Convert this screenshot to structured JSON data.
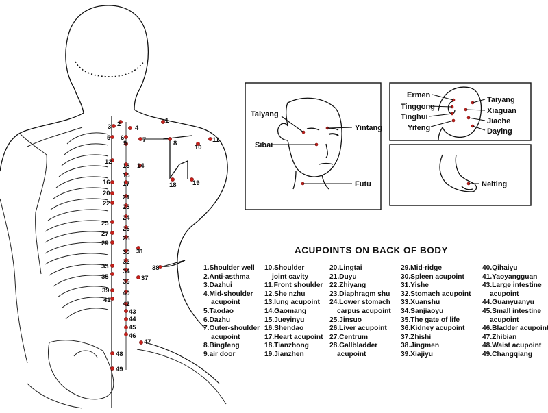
{
  "title": "ACUPOINTS ON BACK OF BODY",
  "back_points": [
    {
      "n": "1"
    },
    {
      "n": "2"
    },
    {
      "n": "3"
    },
    {
      "n": "4"
    },
    {
      "n": "5"
    },
    {
      "n": "6"
    },
    {
      "n": "7"
    },
    {
      "n": "8"
    },
    {
      "n": "9"
    },
    {
      "n": "10"
    },
    {
      "n": "11"
    },
    {
      "n": "12"
    },
    {
      "n": "13"
    },
    {
      "n": "14"
    },
    {
      "n": "15"
    },
    {
      "n": "16"
    },
    {
      "n": "17"
    },
    {
      "n": "18"
    },
    {
      "n": "19"
    },
    {
      "n": "20"
    },
    {
      "n": "21"
    },
    {
      "n": "22"
    },
    {
      "n": "23"
    },
    {
      "n": "24"
    },
    {
      "n": "25"
    },
    {
      "n": "26"
    },
    {
      "n": "27"
    },
    {
      "n": "28"
    },
    {
      "n": "29"
    },
    {
      "n": "30"
    },
    {
      "n": "31"
    },
    {
      "n": "32"
    },
    {
      "n": "33"
    },
    {
      "n": "34"
    },
    {
      "n": "35"
    },
    {
      "n": "36"
    },
    {
      "n": "37"
    },
    {
      "n": "38"
    },
    {
      "n": "39"
    },
    {
      "n": "40"
    },
    {
      "n": "41"
    },
    {
      "n": "42"
    },
    {
      "n": "43"
    },
    {
      "n": "44"
    },
    {
      "n": "45"
    },
    {
      "n": "46"
    },
    {
      "n": "47"
    },
    {
      "n": "48"
    },
    {
      "n": "49"
    }
  ],
  "face_labels": {
    "taiyang": "Taiyang",
    "sibai": "Sibai",
    "yintang": "Yintang",
    "futu": "Futu"
  },
  "ear_labels": {
    "ermen": "Ermen",
    "tinggong": "Tinggong",
    "tinghui": "Tinghui",
    "yifeng": "Yifeng",
    "taiyang": "Taiyang",
    "xiaguan": "Xiaguan",
    "jiache": "Jiache",
    "daying": "Daying"
  },
  "foot_labels": {
    "neiting": "Neiting"
  },
  "legend": [
    [
      [
        "1.Shoulder well"
      ],
      [
        "2.Anti-asthma"
      ],
      [
        "3.Dazhui"
      ],
      [
        "4.Mid-shoulder",
        "acupoint"
      ],
      [
        "5.Taodao"
      ],
      [
        "6.Dazhu"
      ],
      [
        "7.Outer-shoulder",
        "acupoint"
      ],
      [
        "8.Bingfeng"
      ],
      [
        "9.air door"
      ]
    ],
    [
      [
        "10.Shoulder",
        "joint cavity"
      ],
      [
        "11.Front shoulder"
      ],
      [
        "12.She nzhu"
      ],
      [
        "13.lung acupoint"
      ],
      [
        "14.Gaomang"
      ],
      [
        "15.Jueyinyu"
      ],
      [
        "16.Shendao"
      ],
      [
        "17.Heart acupoint"
      ],
      [
        "18.Tianzhong"
      ],
      [
        "19.Jianzhen"
      ]
    ],
    [
      [
        "20.Lingtai"
      ],
      [
        "21.Duyu"
      ],
      [
        "22.Zhiyang"
      ],
      [
        "23.Diaphragm shu"
      ],
      [
        "24.Lower stomach",
        "carpus acupoint"
      ],
      [
        "25.Jinsuo"
      ],
      [
        "26.Liver acupoint"
      ],
      [
        "27.Centrum"
      ],
      [
        "28.Gallbladder",
        "acupoint"
      ]
    ],
    [
      [
        "29.Mid-ridge"
      ],
      [
        "30.Spleen acupoint"
      ],
      [
        "31.Yishe"
      ],
      [
        "32.Stomach acupoint"
      ],
      [
        "33.Xuanshu"
      ],
      [
        "34.Sanjiaoyu"
      ],
      [
        "35.The gate of life"
      ],
      [
        "36.Kidney acupoint"
      ],
      [
        "37.Zhishi"
      ],
      [
        "38.Jingmen"
      ],
      [
        "39.Xiajiyu"
      ]
    ],
    [
      [
        "40.Qihaiyu"
      ],
      [
        "41.Yaoyangguan"
      ],
      [
        "43.Large intestine",
        "acupoint"
      ],
      [
        "44.Guanyuanyu"
      ],
      [
        "45.Small intestine",
        "acupoint"
      ],
      [
        "46.Bladder acupoint"
      ],
      [
        "47.Zhibian"
      ],
      [
        "48.Waist acupoint"
      ],
      [
        "49.Changqiang"
      ]
    ]
  ]
}
